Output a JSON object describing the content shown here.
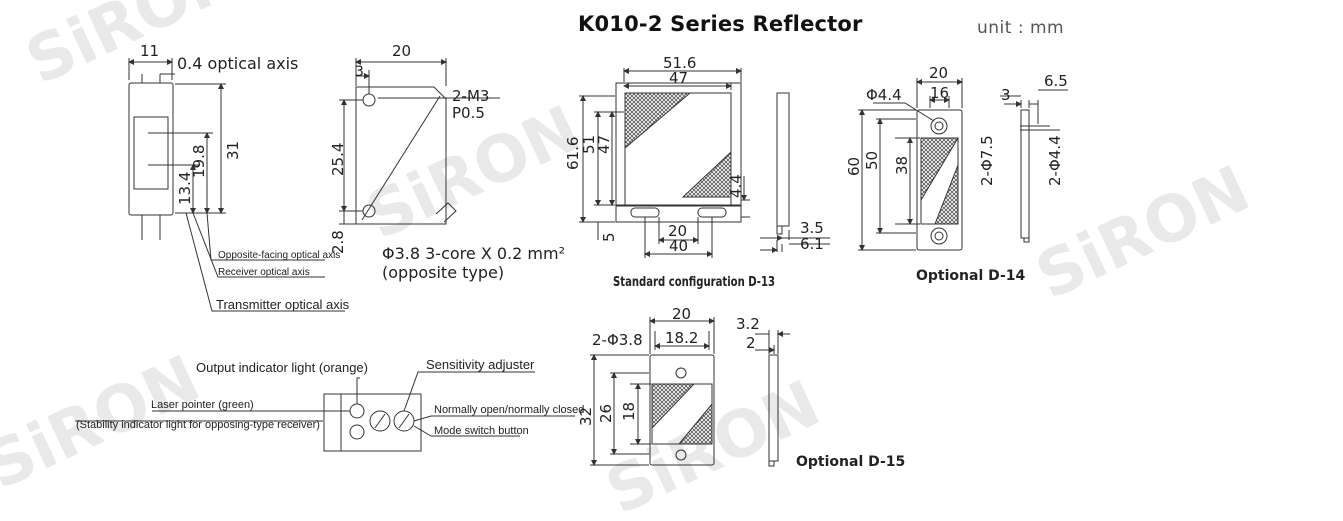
{
  "header": {
    "title": "K010-2 Series Reflector",
    "unit": "unit : mm"
  },
  "watermark": {
    "text": "SiRON"
  },
  "sensor_side": {
    "dims": {
      "width": "11",
      "optical_axis": "0.4 optical axis",
      "height": "31",
      "d_19_8": "19.8",
      "d_13_4": "13.4"
    },
    "labels": {
      "opposite_axis": "Opposite-facing optical axis",
      "receiver_axis": "Receiver optical axis",
      "transmitter_axis": "Transmitter optical axis"
    }
  },
  "sensor_front": {
    "dims": {
      "width": "20",
      "hole_offset": "3",
      "hole_spacing": "25.4",
      "bottom": "2.8"
    },
    "thread": {
      "line1": "2-M3",
      "line2": "P0.5"
    },
    "cable": {
      "line1": "Φ3.8 3-core X 0.2 mm²",
      "line2": "(opposite type)"
    }
  },
  "top_panel": {
    "output_light": "Output indicator light (orange)",
    "sensitivity": "Sensitivity adjuster",
    "laser_pointer": "Laser pointer (green)",
    "stability": "(Stability indicator light for opposing-type receiver)",
    "normally": "Normally open/normally closed",
    "mode_switch": "Mode switch button"
  },
  "d13": {
    "caption": "Standard configuration D-13",
    "dims": {
      "w_outer": "51.6",
      "w_inner": "47",
      "h_total": "61.6",
      "h_body": "51",
      "h_inner": "47",
      "slot_offset": "4.4",
      "bottom": "5",
      "slot_w": "20",
      "slot_pitch": "40",
      "thick1": "3.5",
      "thick2": "6.1"
    }
  },
  "d14": {
    "caption": "Optional D-14",
    "dims": {
      "width": "20",
      "hole_d": "Φ4.4",
      "inner_w": "16",
      "h_total": "60",
      "h_body": "50",
      "h_inner": "38",
      "d3": "3",
      "d65": "6.5",
      "phi75": "2-Φ7.5",
      "phi44": "2-Φ4.4"
    }
  },
  "d15": {
    "caption": "Optional D-15",
    "dims": {
      "width": "20",
      "inner_w": "18.2",
      "hole": "2-Φ3.8",
      "h_total": "32",
      "h_body": "26",
      "h_inner": "18",
      "t1": "3.2",
      "t2": "2"
    }
  },
  "colors": {
    "line": "#333333",
    "text": "#222222",
    "watermark": "#e9e9e9",
    "hatch": "#555555"
  }
}
